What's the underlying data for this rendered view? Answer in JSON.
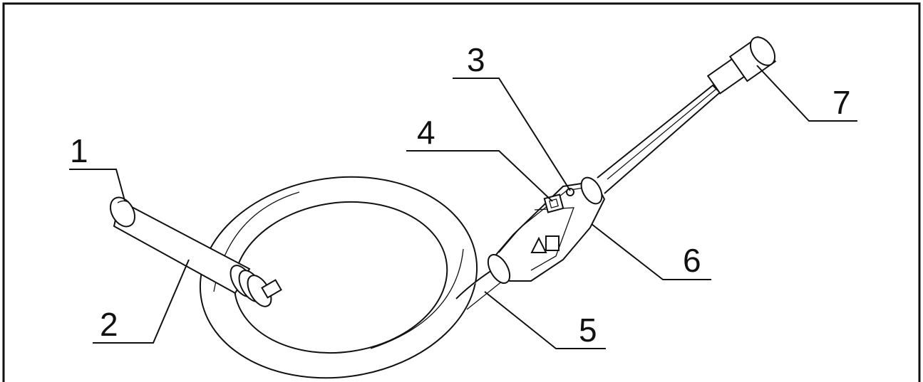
{
  "figure": {
    "callouts": [
      "1",
      "2",
      "3",
      "4",
      "5",
      "6",
      "7"
    ]
  },
  "colors": {
    "line": "#111111",
    "background": "#ffffff"
  }
}
